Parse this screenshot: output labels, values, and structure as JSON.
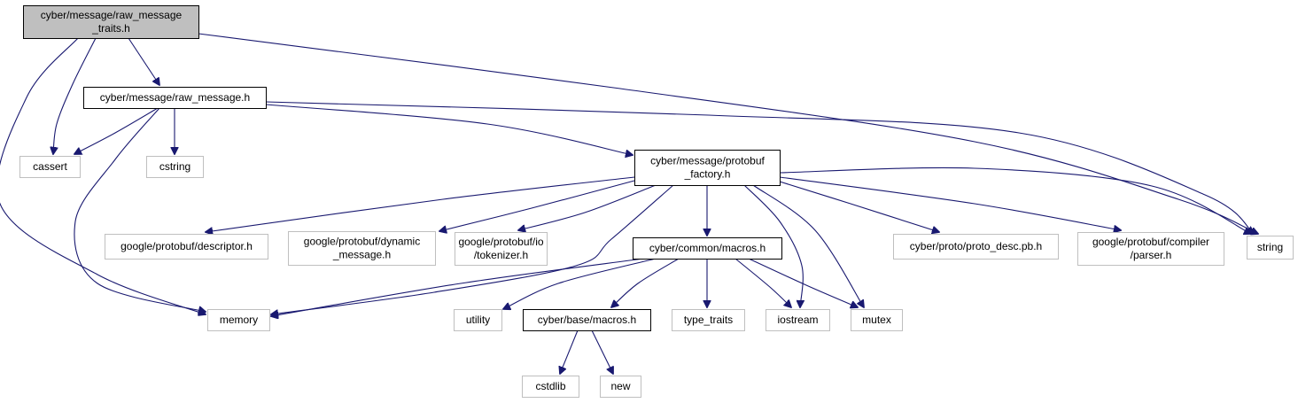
{
  "diagram": {
    "type": "include-dependency-graph",
    "colors": {
      "edge": "#191970",
      "root_fill": "#bfbfbf",
      "root_border": "#000000",
      "header_border": "#000000",
      "system_border": "#bfbfbf",
      "node_fill": "#ffffff"
    },
    "nodes": [
      {
        "id": "raw_message_traits",
        "lines": [
          "cyber/message/raw_message",
          "_traits.h"
        ],
        "kind": "root"
      },
      {
        "id": "raw_message",
        "lines": [
          "cyber/message/raw_message.h"
        ],
        "kind": "header"
      },
      {
        "id": "cassert",
        "lines": [
          "cassert"
        ],
        "kind": "system"
      },
      {
        "id": "cstring",
        "lines": [
          "cstring"
        ],
        "kind": "system"
      },
      {
        "id": "protobuf_factory",
        "lines": [
          "cyber/message/protobuf",
          "_factory.h"
        ],
        "kind": "header"
      },
      {
        "id": "string",
        "lines": [
          "string"
        ],
        "kind": "system"
      },
      {
        "id": "descriptor",
        "lines": [
          "google/protobuf/descriptor.h"
        ],
        "kind": "system"
      },
      {
        "id": "dynamic_message",
        "lines": [
          "google/protobuf/dynamic",
          "_message.h"
        ],
        "kind": "system"
      },
      {
        "id": "tokenizer",
        "lines": [
          "google/protobuf/io",
          "/tokenizer.h"
        ],
        "kind": "system"
      },
      {
        "id": "common_macros",
        "lines": [
          "cyber/common/macros.h"
        ],
        "kind": "header"
      },
      {
        "id": "proto_desc",
        "lines": [
          "cyber/proto/proto_desc.pb.h"
        ],
        "kind": "system"
      },
      {
        "id": "parser",
        "lines": [
          "google/protobuf/compiler",
          "/parser.h"
        ],
        "kind": "system"
      },
      {
        "id": "memory",
        "lines": [
          "memory"
        ],
        "kind": "system"
      },
      {
        "id": "utility",
        "lines": [
          "utility"
        ],
        "kind": "system"
      },
      {
        "id": "base_macros",
        "lines": [
          "cyber/base/macros.h"
        ],
        "kind": "header"
      },
      {
        "id": "type_traits",
        "lines": [
          "type_traits"
        ],
        "kind": "system"
      },
      {
        "id": "iostream",
        "lines": [
          "iostream"
        ],
        "kind": "system"
      },
      {
        "id": "mutex",
        "lines": [
          "mutex"
        ],
        "kind": "system"
      },
      {
        "id": "cstdlib",
        "lines": [
          "cstdlib"
        ],
        "kind": "system"
      },
      {
        "id": "new",
        "lines": [
          "new"
        ],
        "kind": "system"
      }
    ],
    "edges": [
      [
        "raw_message_traits",
        "raw_message"
      ],
      [
        "raw_message_traits",
        "cassert"
      ],
      [
        "raw_message_traits",
        "memory"
      ],
      [
        "raw_message_traits",
        "string"
      ],
      [
        "raw_message",
        "cassert"
      ],
      [
        "raw_message",
        "cstring"
      ],
      [
        "raw_message",
        "memory"
      ],
      [
        "raw_message",
        "protobuf_factory"
      ],
      [
        "raw_message",
        "string"
      ],
      [
        "protobuf_factory",
        "descriptor"
      ],
      [
        "protobuf_factory",
        "dynamic_message"
      ],
      [
        "protobuf_factory",
        "tokenizer"
      ],
      [
        "protobuf_factory",
        "memory"
      ],
      [
        "protobuf_factory",
        "common_macros"
      ],
      [
        "protobuf_factory",
        "iostream"
      ],
      [
        "protobuf_factory",
        "mutex"
      ],
      [
        "protobuf_factory",
        "proto_desc"
      ],
      [
        "protobuf_factory",
        "parser"
      ],
      [
        "protobuf_factory",
        "string"
      ],
      [
        "common_macros",
        "memory"
      ],
      [
        "common_macros",
        "utility"
      ],
      [
        "common_macros",
        "base_macros"
      ],
      [
        "common_macros",
        "type_traits"
      ],
      [
        "common_macros",
        "iostream"
      ],
      [
        "common_macros",
        "mutex"
      ],
      [
        "base_macros",
        "cstdlib"
      ],
      [
        "base_macros",
        "new"
      ]
    ]
  }
}
